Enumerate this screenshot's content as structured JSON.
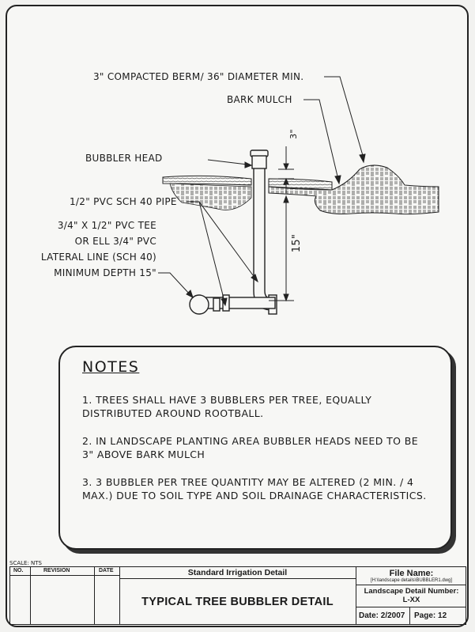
{
  "labels": {
    "berm": "3\" COMPACTED BERM/ 36\" DIAMETER MIN.",
    "bark_mulch": "BARK MULCH",
    "bubbler_head": "BUBBLER HEAD",
    "pipe": "1/2\" PVC SCH 40 PIPE",
    "tee_line1": "3/4\" X 1/2\" PVC TEE",
    "tee_line2": "OR ELL 3/4\" PVC",
    "tee_line3": "LATERAL LINE (SCH 40)",
    "tee_line4": "MINIMUM DEPTH 15\"",
    "dim_3": "3\"",
    "dim_15": "15\""
  },
  "notes": {
    "title": "NOTES",
    "items": [
      "1.  TREES SHALL HAVE 3 BUBBLERS PER TREE, EQUALLY DISTRIBUTED AROUND ROOTBALL.",
      "2.  IN LANDSCAPE PLANTING AREA BUBBLER HEADS NEED TO BE 3\" ABOVE BARK MULCH",
      "3. 3 BUBBLER PER TREE QUANTITY MAY BE ALTERED (2 MIN. / 4 MAX.) DUE TO SOIL TYPE AND SOIL DRAINAGE CHARACTERISTICS."
    ]
  },
  "title_block": {
    "scale": "SCALE:  NTS",
    "col_no": "NO.",
    "col_revision": "REVISION",
    "col_date": "DATE",
    "subtitle": "Standard Irrigation Detail",
    "title": "TYPICAL TREE BUBBLER DETAIL",
    "file_name_label": "File Name:",
    "file_path": "[H:\\landscape details\\BUBBLER1.dwg]",
    "detail_number_label": "Landscape Detail Number:",
    "detail_number": "L-XX",
    "date": "Date: 2/2007",
    "page": "Page: 12"
  }
}
